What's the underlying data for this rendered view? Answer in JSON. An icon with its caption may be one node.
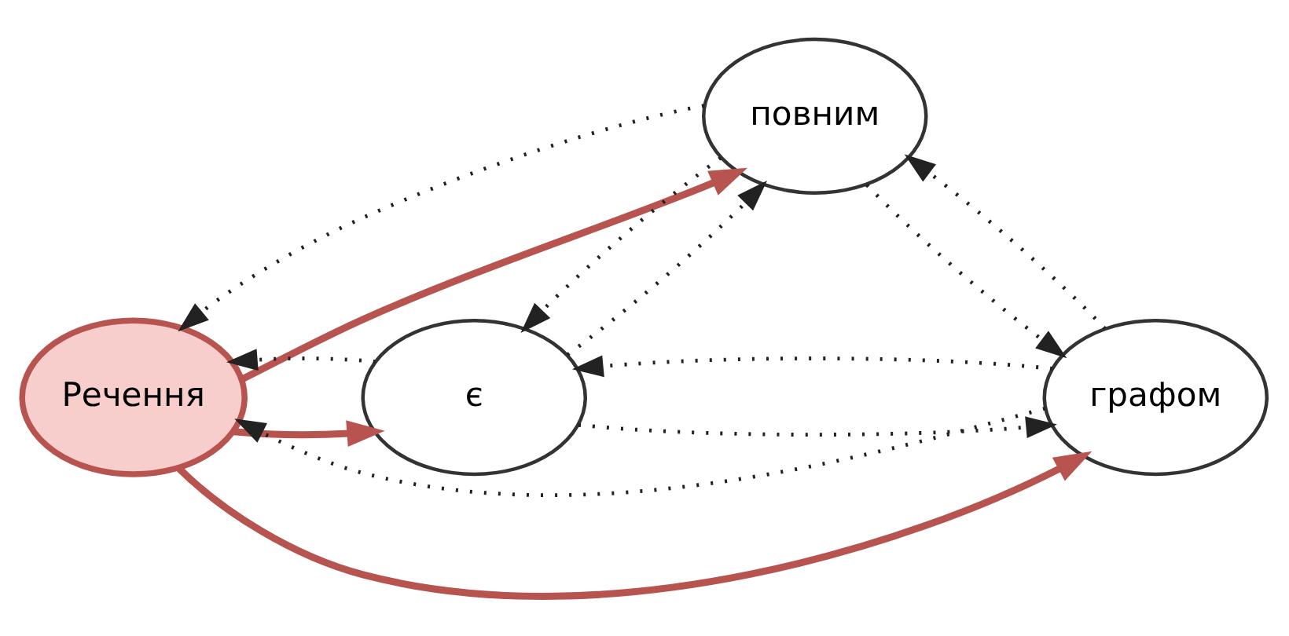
{
  "diagram": {
    "nodes": [
      {
        "text": [
          "Речення"
        ]
      },
      {
        "text": [
          "є"
        ]
      },
      {
        "text": [
          "повним"
        ]
      },
      {
        "text": [
          "графом"
        ]
      }
    ],
    "edges": [
      {
        "from": 3,
        "to": 0,
        "arrow": "to",
        "style": "dashed"
      },
      {
        "from": 3,
        "to": 1,
        "arrow": "to",
        "style": "dashed"
      },
      {
        "from": 3,
        "to": 2,
        "arrow": "to",
        "style": "dashed"
      },
      {
        "from": 2,
        "to": 0,
        "arrow": "to",
        "style": "dashed"
      },
      {
        "from": 2,
        "to": 1,
        "arrow": "to",
        "style": "dashed"
      },
      {
        "from": 2,
        "to": 3,
        "arrow": "to",
        "style": "dashed"
      },
      {
        "from": 1,
        "to": 0,
        "arrow": "to",
        "style": "dashed"
      },
      {
        "from": 1,
        "to": 2,
        "arrow": "to",
        "style": "dashed"
      },
      {
        "from": 1,
        "to": 3,
        "arrow": "to",
        "style": "dashed"
      },
      {
        "from": 0,
        "to": 1,
        "arrow": "to",
        "style": "thick",
        "color": "#b85450"
      },
      {
        "from": 0,
        "to": 2,
        "arrow": "to",
        "style": "thick",
        "color": "#b85450"
      },
      {
        "from": 0,
        "to": 3,
        "arrow": "to",
        "style": "thick",
        "color": "#b85450"
      }
    ]
  }
}
